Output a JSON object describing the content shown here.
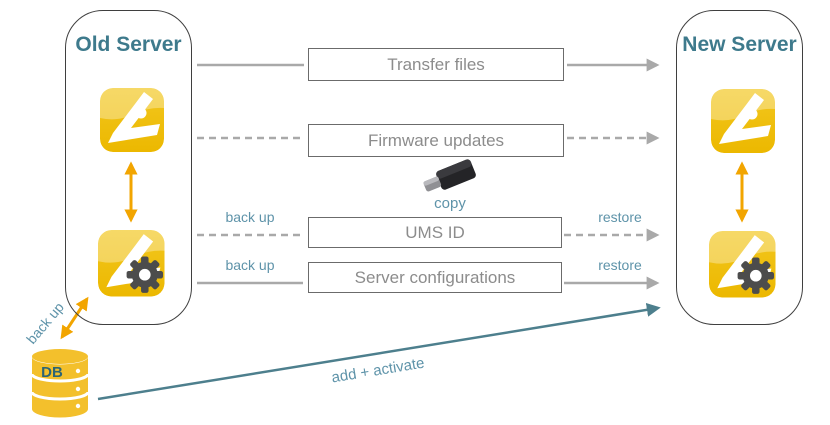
{
  "diagram": {
    "old_server": {
      "title": "Old Server"
    },
    "new_server": {
      "title": "New Server"
    },
    "boxes": {
      "transfer_files": "Transfer files",
      "firmware_updates": "Firmware updates",
      "ums_id": "UMS ID",
      "server_configurations": "Server configurations"
    },
    "labels": {
      "back_up": "back up",
      "restore": "restore",
      "copy": "copy",
      "add_activate": "add + activate",
      "db": "DB"
    },
    "connections": [
      {
        "row": "transfer_files",
        "style": "solid",
        "from": "old-server",
        "to": "new-server"
      },
      {
        "row": "firmware_updates",
        "style": "dashed",
        "from": "old-server",
        "to": "new-server"
      },
      {
        "row": "ums_id",
        "style": "dashed",
        "left_label": "back up",
        "right_label": "restore"
      },
      {
        "row": "server_configurations",
        "style": "solid",
        "left_label": "back up",
        "right_label": "restore"
      },
      {
        "row": "db_to_new_server",
        "style": "solid-teal",
        "label": "add + activate"
      },
      {
        "row": "old_server_to_db",
        "style": "orange-double",
        "label": "back up"
      }
    ],
    "icons": {
      "old_app": "ums-app-icon",
      "old_console": "ums-console-gear-icon",
      "new_app": "ums-app-icon",
      "new_console": "ums-console-gear-icon",
      "usb": "usb-stick-icon",
      "database": "database-cylinder-icon"
    },
    "colors": {
      "server_title": "#3e7a8c",
      "teal_label": "#5e93a9",
      "teal_arrow": "#4d7f8d",
      "orange_arrow": "#f2a500",
      "gray_line": "#a9a9a9",
      "box_border": "#6b6b6b",
      "box_text": "#8c8c8c",
      "icon_yellow": "#eebc0a",
      "db_yellow": "#f3c02c",
      "db_text": "#2c6575"
    }
  }
}
